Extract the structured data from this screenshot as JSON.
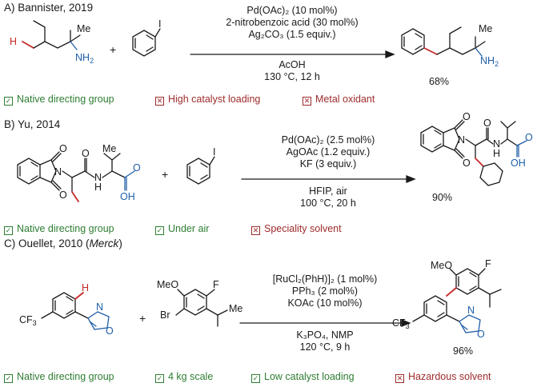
{
  "panels": [
    {
      "header_prefix": "A) Bannister, 2019",
      "conditions": [
        "Pd(OAc)₂ (10 mol%)",
        "2-nitrobenzoic acid (30 mol%)",
        "Ag₂CO₃ (1.5 equiv.)"
      ],
      "conditions_below": [
        "AcOH",
        "130 °C, 12 h"
      ],
      "yield": "68%",
      "pros": [
        "Native directing group"
      ],
      "cons": [
        "High catalyst loading",
        "Metal oxidant"
      ]
    },
    {
      "header_prefix": "B) Yu, 2014",
      "conditions": [
        "Pd(OAc)₂ (2.5 mol%)",
        "AgOAc (1.2 equiv.)",
        "KF (3 equiv.)"
      ],
      "conditions_below": [
        "HFIP, air",
        "100 °C, 20 h"
      ],
      "yield": "90%",
      "pros": [
        "Native directing group",
        "Under air"
      ],
      "cons": [
        "Speciality solvent"
      ]
    },
    {
      "header_prefix": "C) Ouellet, 2010 (",
      "header_italic": "Merck",
      "header_suffix": ")",
      "conditions": [
        "[RuCl₂(PhH)]₂ (1 mol%)",
        "PPh₃ (2 mol%)",
        "KOAc (10 mol%)"
      ],
      "conditions_below": [
        "K₃PO₄, NMP",
        "120 °C, 9 h"
      ],
      "yield": "96%",
      "pros": [
        "Native directing group",
        "4 kg scale",
        "Low catalyst loading"
      ],
      "cons": [
        "Hazardous solvent"
      ]
    }
  ],
  "atoms": {
    "me": "Me",
    "nh2": "NH",
    "nh2_sub": "2",
    "h": "H",
    "i": "I",
    "o": "O",
    "n": "N",
    "nh": "N",
    "nh_h": "H",
    "oh": "OH",
    "cf3": "CF",
    "cf3_sub": "3",
    "meo": "MeO",
    "f": "F",
    "br": "Br"
  },
  "colors": {
    "pro": "#2e7d32",
    "con": "#9e2b2b",
    "bond_red": "#c62828",
    "hetero_blue": "#1f5fa8"
  }
}
